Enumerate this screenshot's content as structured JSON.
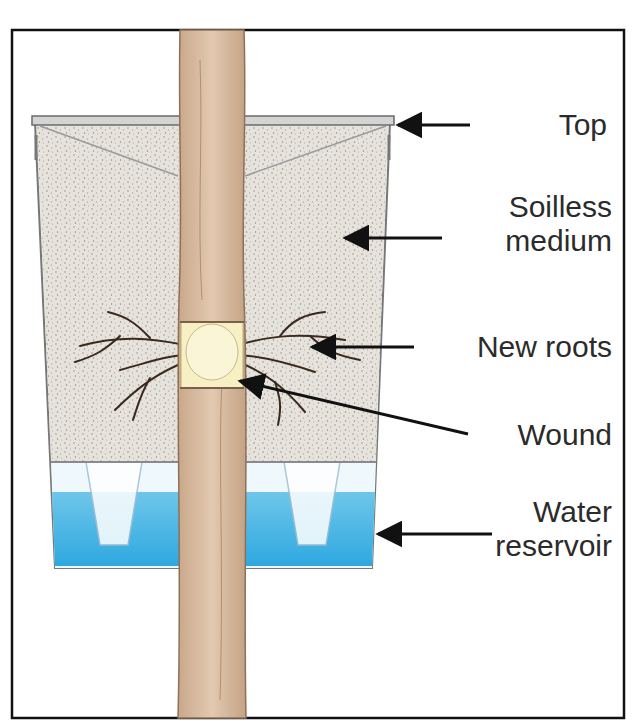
{
  "diagram": {
    "labels": [
      "Top",
      "Soilless medium",
      "New roots",
      "Wound",
      "Water reservoir"
    ]
  }
}
